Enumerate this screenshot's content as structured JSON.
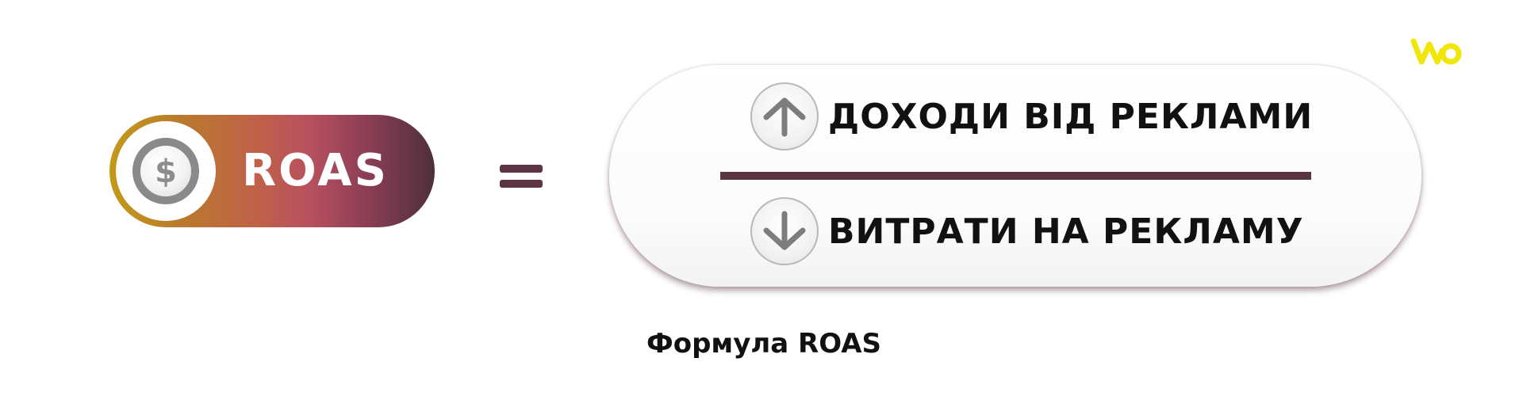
{
  "roas_badge": {
    "coin_symbol": "$",
    "label": "ROAS"
  },
  "formula": {
    "numerator": "ДОХОДИ ВІД РЕКЛАМИ",
    "denominator": "ВИТРАТИ НА РЕКЛАМУ",
    "numerator_icon": "arrow-up-icon",
    "denominator_icon": "arrow-down-icon"
  },
  "caption": "Формула ROAS",
  "colors": {
    "gradient": [
      "#c39a1b",
      "#c1604a",
      "#b6505e",
      "#4f2f3c"
    ],
    "divider": "#5b3543",
    "logo": "#f0e60a"
  }
}
